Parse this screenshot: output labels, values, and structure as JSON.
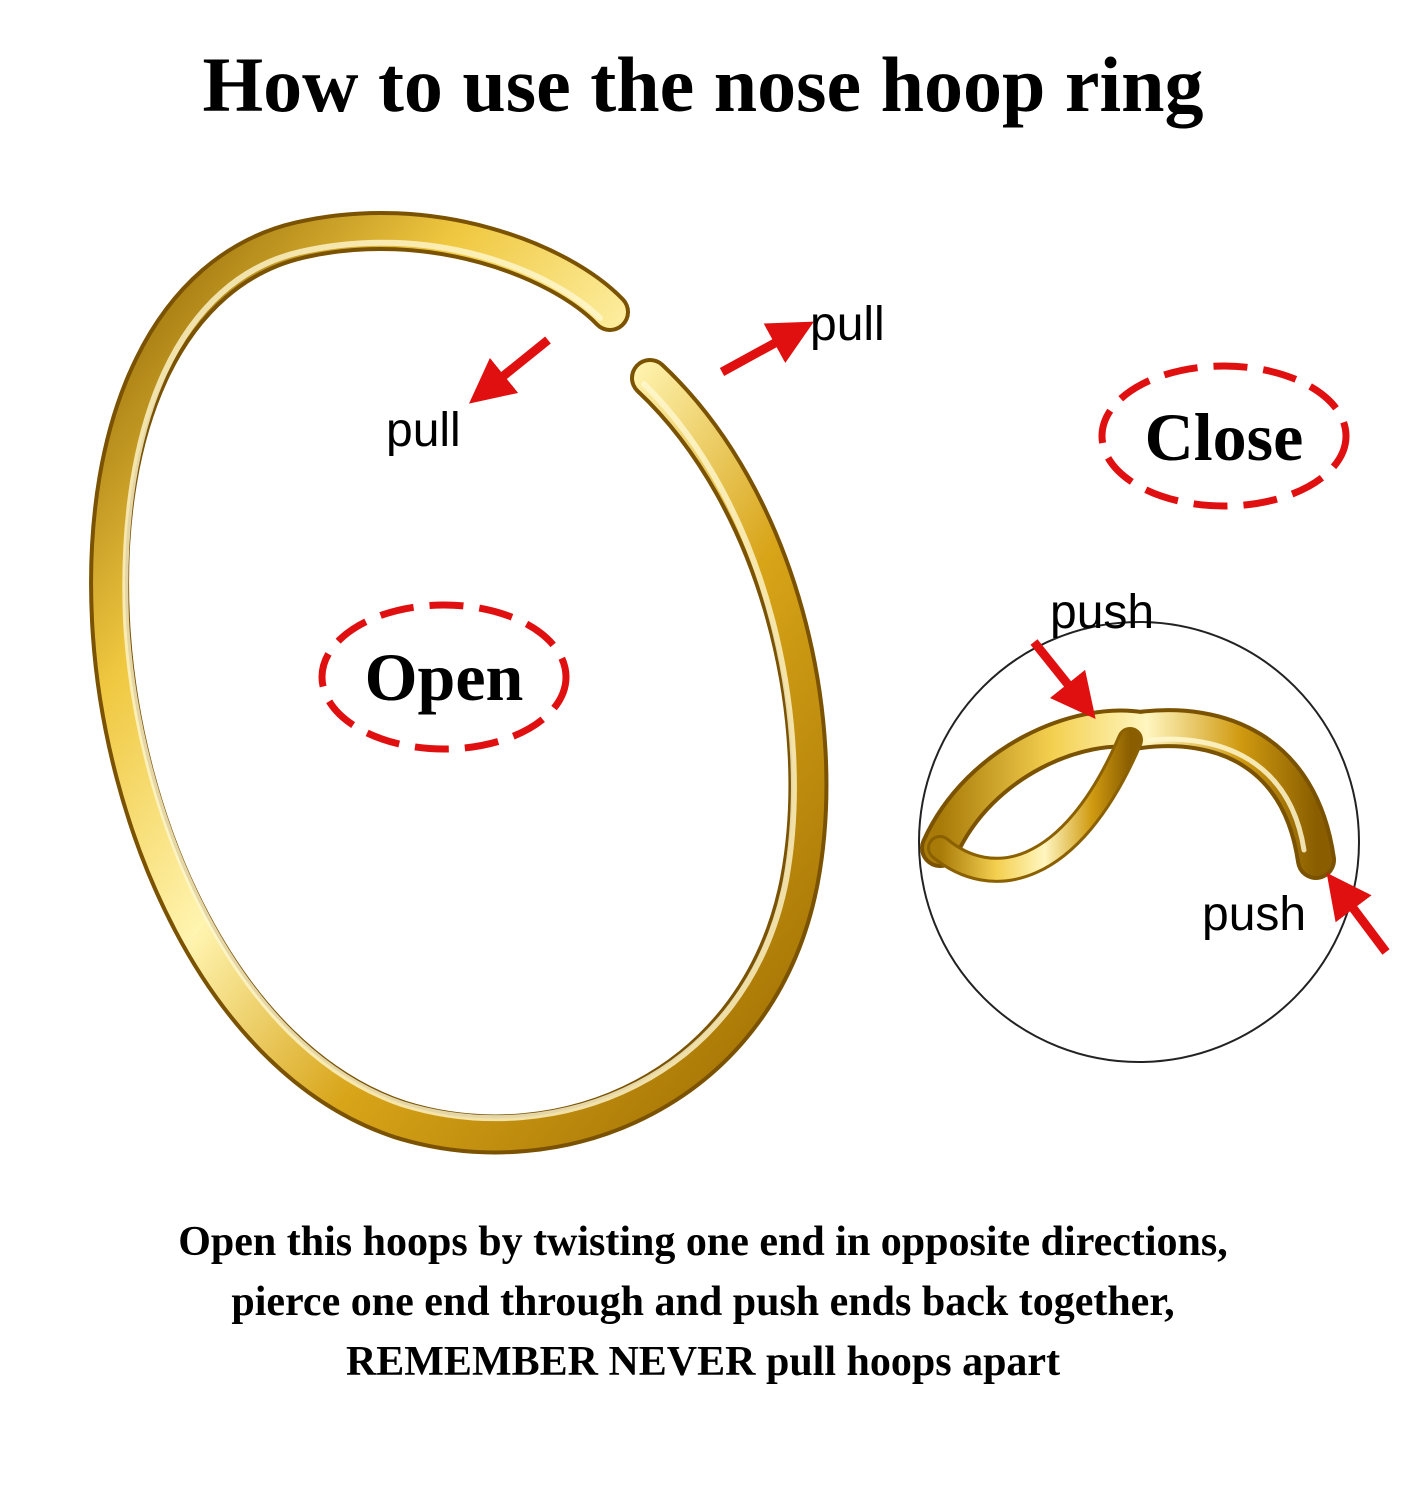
{
  "title": "How to use the nose hoop ring",
  "open_section": {
    "state_label": "Open",
    "pull_label_left": "pull",
    "pull_label_right": "pull"
  },
  "close_section": {
    "state_label": "Close",
    "push_label_top": "push",
    "push_label_bottom": "push"
  },
  "instructions": {
    "line_1": "Open this hoops by twisting one end in opposite directions,",
    "line_2": "pierce one end through and push ends back together,",
    "line_3": "REMEMBER NEVER pull hoops apart"
  },
  "colors": {
    "gold_dark": "#9a6a00",
    "gold_mid": "#e0b020",
    "gold_light": "#fff2a8",
    "accent_red": "#e01010",
    "text": "#000000"
  }
}
